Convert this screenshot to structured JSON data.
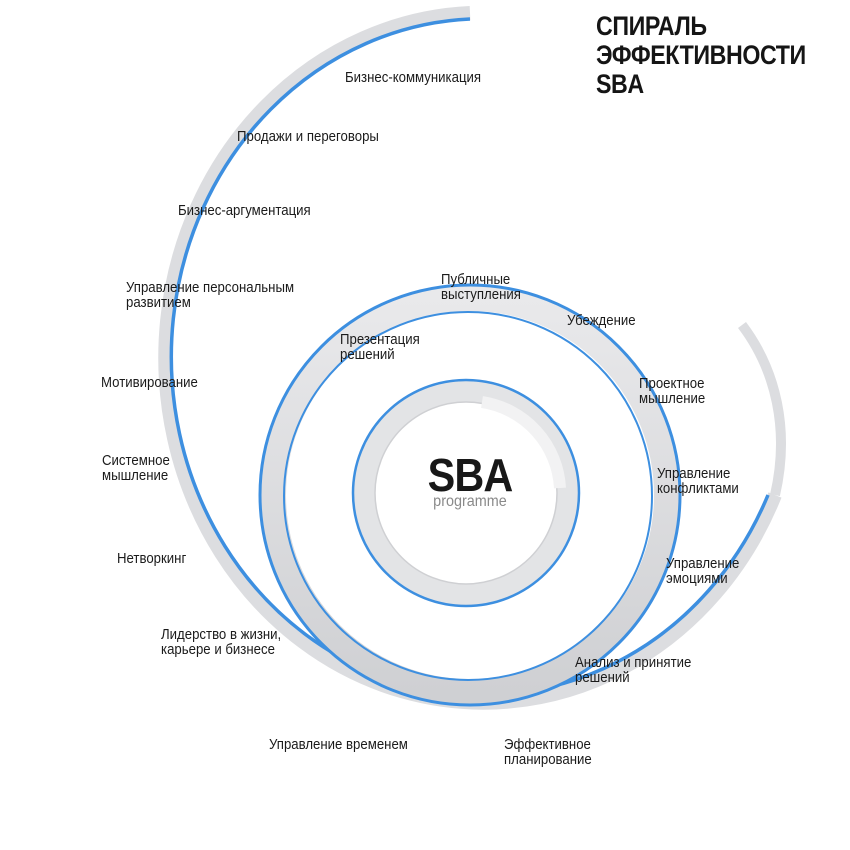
{
  "title": {
    "lines": [
      "СПИРАЛЬ",
      "ЭФФЕКТИВНОСТИ",
      "SBA"
    ]
  },
  "center": {
    "logo": "SBA",
    "subtitle": "programme"
  },
  "colors": {
    "accent_blue": "#3d8fe0",
    "ring_gray": "#d6d7d9",
    "ring_light": "#eeeeef",
    "text": "#1b1b1b"
  },
  "stages": {
    "outer": [
      {
        "lines": [
          "Бизнес-коммуникация"
        ]
      },
      {
        "lines": [
          "Продажи и переговоры"
        ]
      },
      {
        "lines": [
          "Бизнес-аргументация"
        ]
      },
      {
        "lines": [
          "Управление персональным",
          "развитием"
        ]
      },
      {
        "lines": [
          "Мотивирование"
        ]
      },
      {
        "lines": [
          "Системное",
          "мышление"
        ]
      },
      {
        "lines": [
          "Нетворкинг"
        ]
      },
      {
        "lines": [
          "Лидерство в жизни,",
          "карьере и бизнесе"
        ]
      },
      {
        "lines": [
          "Управление временем"
        ]
      },
      {
        "lines": [
          "Эффективное",
          "планирование"
        ]
      }
    ],
    "middle": [
      {
        "lines": [
          "Анализ и принятие",
          "решений"
        ]
      },
      {
        "lines": [
          "Управление",
          "эмоциями"
        ]
      },
      {
        "lines": [
          "Управление",
          "конфликтами"
        ]
      },
      {
        "lines": [
          "Проектное",
          "мышление"
        ]
      },
      {
        "lines": [
          "Убеждение"
        ]
      },
      {
        "lines": [
          "Публичные",
          "выступления"
        ]
      },
      {
        "lines": [
          "Презентация",
          "решений"
        ]
      }
    ]
  }
}
